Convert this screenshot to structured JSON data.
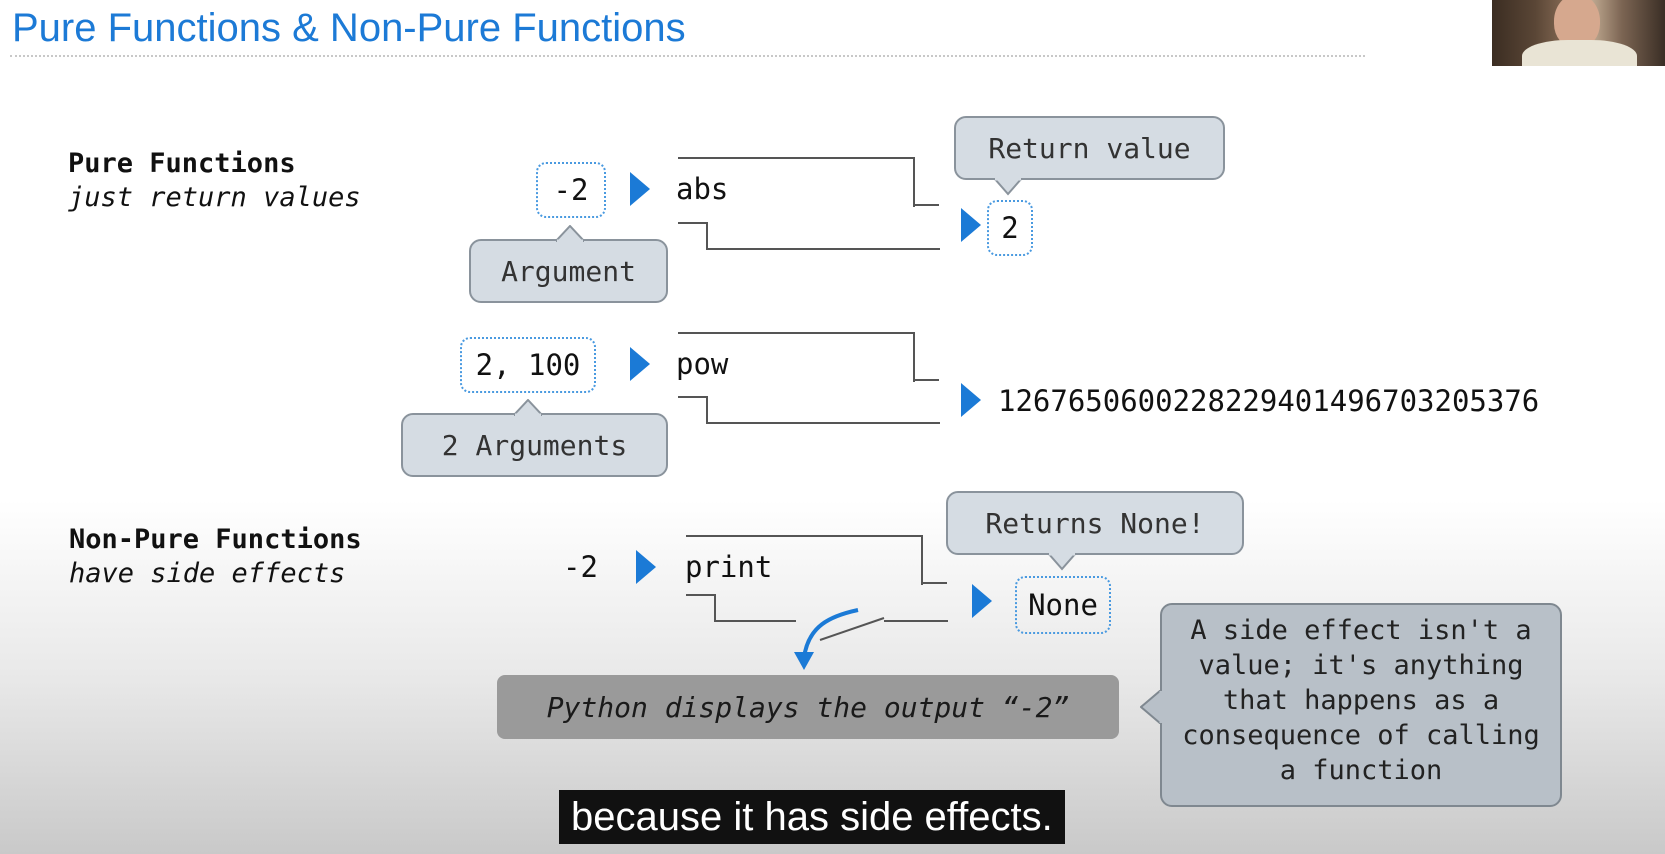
{
  "title": "Pure Functions & Non-Pure Functions",
  "pure": {
    "heading": "Pure Functions",
    "subheading": "just return values",
    "abs_example": {
      "input": "-2",
      "function": "abs",
      "output": "2",
      "argument_label": "Argument",
      "return_label": "Return value"
    },
    "pow_example": {
      "input": "2, 100",
      "function": "pow",
      "output": "1267650600228229401496703205376",
      "argument_label": "2 Arguments"
    }
  },
  "nonpure": {
    "heading": "Non-Pure Functions",
    "subheading": "have side effects",
    "print_example": {
      "input": "-2",
      "function": "print",
      "output": "None",
      "return_label": "Returns None!",
      "display_text": "Python displays the output “-2”",
      "side_effect_note": "A side effect isn't a value; it's anything that happens as a consequence of calling a function"
    }
  },
  "caption": "because it has side effects.",
  "colors": {
    "accent": "#1c7ad6",
    "arrow": "#1b7ad6",
    "callout": "#d5dce3"
  },
  "icons": {
    "flow_arrow": "triangle-right-icon",
    "side_effect_arrow": "curved-arrow-down-icon"
  }
}
